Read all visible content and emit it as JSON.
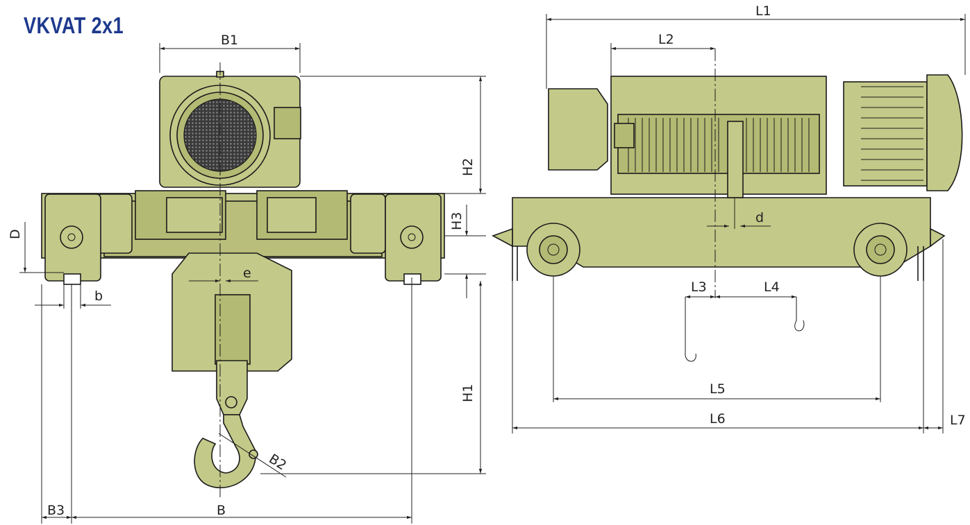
{
  "title": "VKVAT 2x1",
  "colors": {
    "body": "#c3c988",
    "body_dark": "#b3ba74",
    "title": "#1e3a8e",
    "line": "#1a1a1a"
  },
  "front_view": {
    "dimensions": [
      "B1",
      "H2",
      "H3",
      "D",
      "b",
      "e",
      "H1",
      "B2",
      "B3",
      "B"
    ]
  },
  "side_view": {
    "dimensions": [
      "L1",
      "L2",
      "d",
      "L3",
      "L4",
      "L5",
      "L6",
      "L7"
    ]
  }
}
